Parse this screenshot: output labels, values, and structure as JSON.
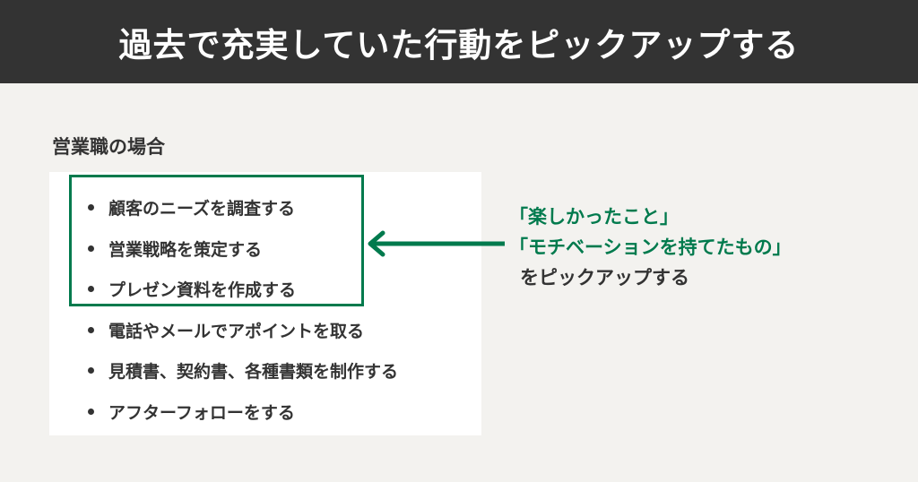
{
  "header": {
    "title": "過去で充実していた行動をピックアップする"
  },
  "section": {
    "label": "営業職の場合"
  },
  "list": {
    "items": [
      {
        "label": "顧客のニーズを調査する",
        "highlighted": true
      },
      {
        "label": "営業戦略を策定する",
        "highlighted": true
      },
      {
        "label": "プレゼン資料を作成する",
        "highlighted": true
      },
      {
        "label": "電話やメールでアポイントを取る",
        "highlighted": false
      },
      {
        "label": "見積書、契約書、各種書類を制作する",
        "highlighted": false
      },
      {
        "label": "アフターフォローをする",
        "highlighted": false
      }
    ]
  },
  "callout": {
    "line1": "「楽しかったこと」",
    "line2": "「モチベーションを持てたもの」",
    "line3": "をピックアップする"
  },
  "colors": {
    "header_bg": "#333333",
    "background": "#f3f2ef",
    "accent_green": "#007a4d",
    "text": "#333333",
    "panel": "#ffffff"
  }
}
